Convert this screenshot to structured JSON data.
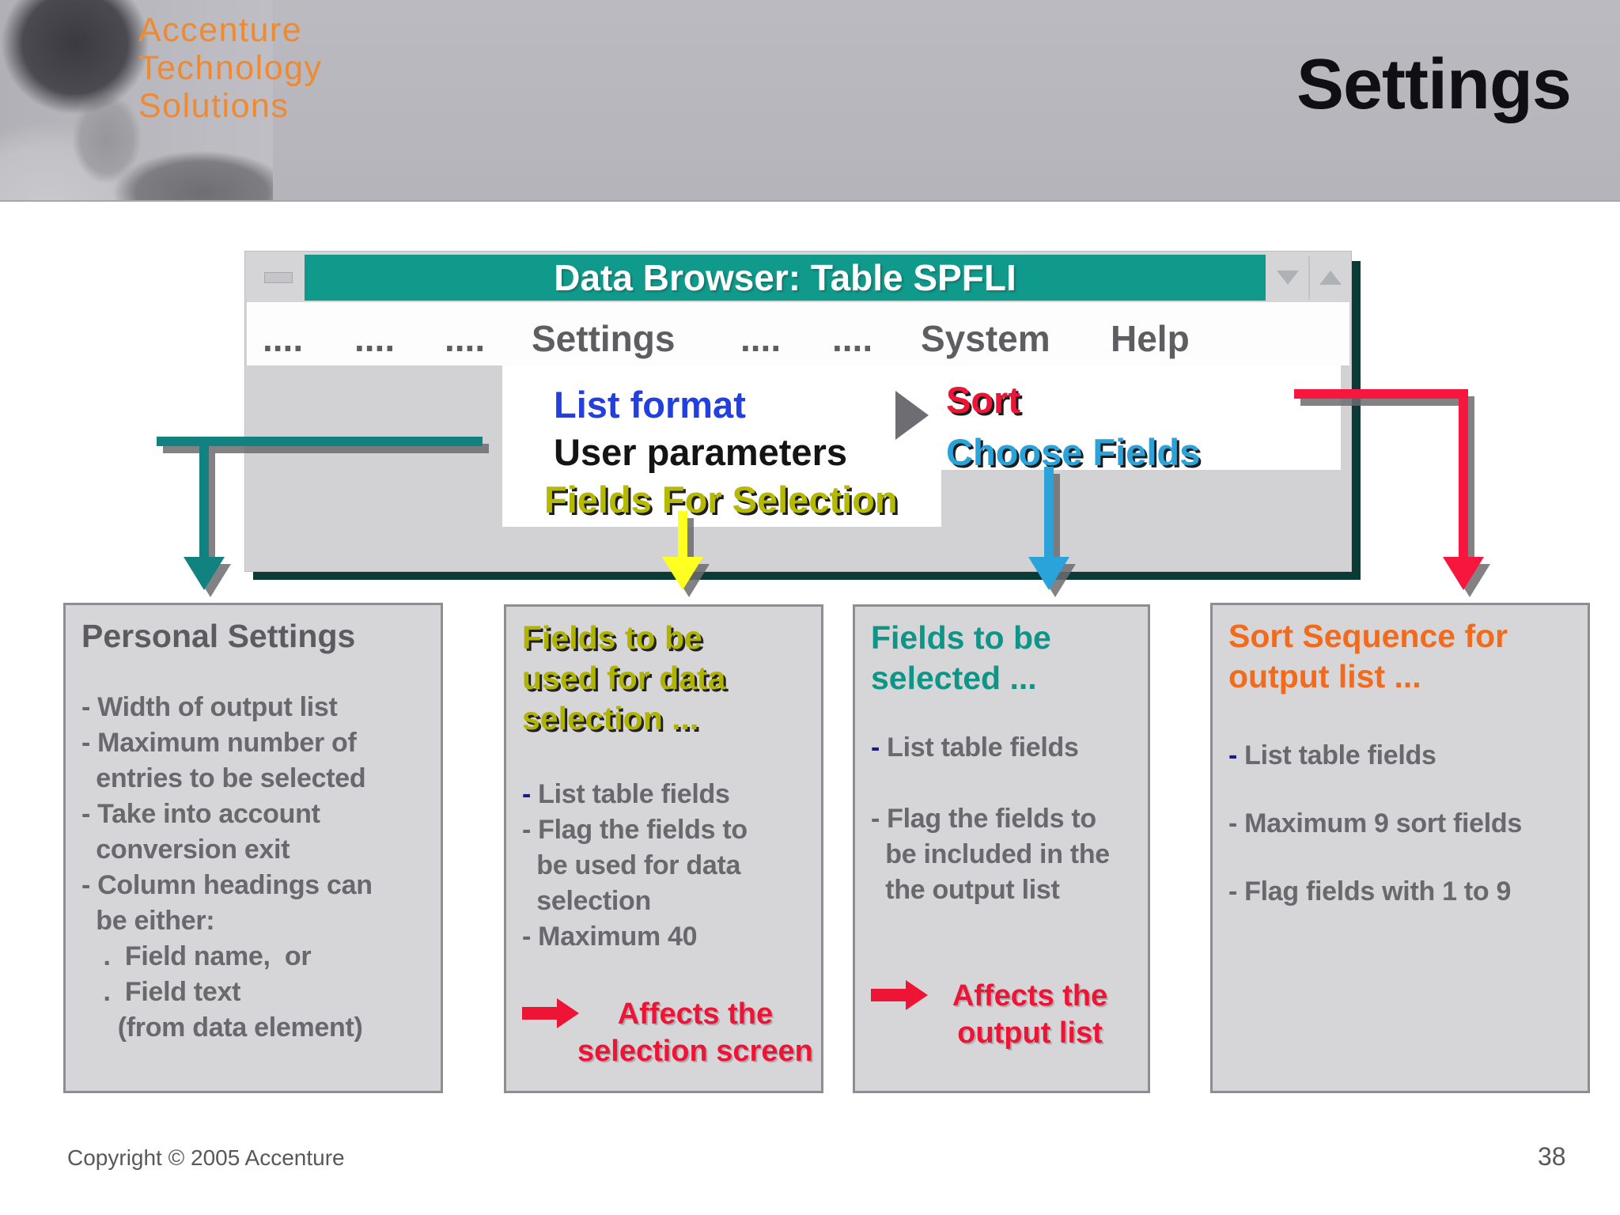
{
  "banner": {
    "logo_lines": [
      "Accenture",
      "Technology",
      "Solutions"
    ],
    "title": "Settings"
  },
  "window": {
    "title": "Data Browser: Table SPFLI",
    "menu": [
      "....",
      "....",
      "....",
      "Settings",
      "....",
      "....",
      "System",
      "Help"
    ],
    "dropdown": [
      "List format",
      "User parameters",
      "Fields For Selection"
    ],
    "submenu": [
      "Sort",
      "Choose Fields"
    ]
  },
  "boxes": [
    {
      "title_lines": [
        "Personal Settings"
      ],
      "body": [
        "- Width of output list",
        "- Maximum number of",
        "  entries to be selected",
        "- Take into account",
        "  conversion exit",
        "- Column headings can",
        "  be either:",
        "   .  Field name,  or",
        "   .  Field text",
        "     (from data element)"
      ]
    },
    {
      "title_lines": [
        "Fields to be",
        "used for data",
        "selection ..."
      ],
      "body": [
        {
          "prefix": "- ",
          "prefix_color": "#1a1a8e",
          "text": "List table fields"
        },
        "- Flag the fields to",
        "  be used for data",
        "  selection",
        "- Maximum 40"
      ],
      "affects_lines": [
        "Affects the",
        "selection screen"
      ]
    },
    {
      "title_lines": [
        "Fields to be",
        "selected ..."
      ],
      "body": [
        {
          "prefix": "- ",
          "prefix_color": "#1a1a8e",
          "text": "List table fields"
        },
        "",
        "- Flag the fields to",
        "  be included in the",
        "  the output list"
      ],
      "affects_lines": [
        "Affects the",
        "output list"
      ]
    },
    {
      "title_lines": [
        "Sort Sequence for",
        "output list ..."
      ],
      "body": [
        {
          "prefix": "- ",
          "prefix_color": "#1a1a8e",
          "text": "List table fields"
        },
        "- Maximum 9 sort fields",
        "- Flag fields with 1 to 9"
      ]
    }
  ],
  "footer": {
    "copyright": "Copyright © 2005 Accenture",
    "page": "38"
  },
  "colors": {
    "titlebar_teal": "#0f9a8c",
    "window_shadow": "#0b3b36",
    "menu_text_gray": "#5e5e62",
    "list_format_blue": "#2340df",
    "sort_red": "#ee1436",
    "choose_fields_cyan": "#2aa2da",
    "fields_selection_olive": "#b5b900",
    "box_header_orange": "#f26a1b",
    "box_header_teal": "#0f9488",
    "navy_dash": "#1a1a8e",
    "arrow_teal": "#118280",
    "arrow_yellow": "#ffff22",
    "arrow_blue": "#2aa2da",
    "arrow_red": "#f6163e",
    "logo_orange": "#ef8a32"
  }
}
